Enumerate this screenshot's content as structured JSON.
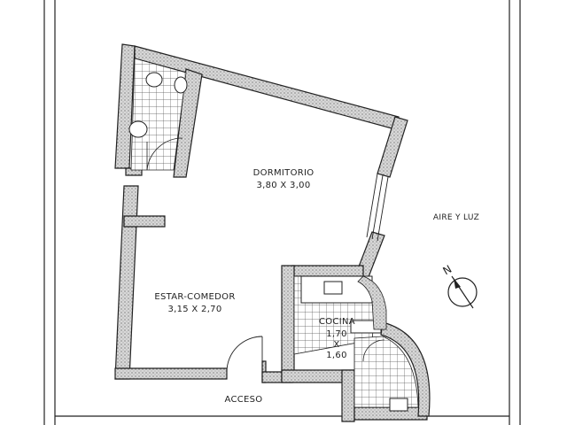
{
  "plan": {
    "rooms": [
      {
        "name": "DORMITORIO",
        "dims": "3,80 X 3,00"
      },
      {
        "name": "ESTAR-COMEDOR",
        "dims": "3,15 X 2,70"
      },
      {
        "name": "COCINA",
        "dims_line1": "1,70",
        "dims_x": "X",
        "dims_line2": "1,60"
      }
    ],
    "annotations": {
      "air_light": "AIRE Y LUZ",
      "entrance": "ACCESO",
      "north": "N"
    },
    "colors": {
      "wall": "#3a3a3a",
      "hatch": "#8a8a8a",
      "tile": "#666666",
      "line": "#222222"
    }
  }
}
